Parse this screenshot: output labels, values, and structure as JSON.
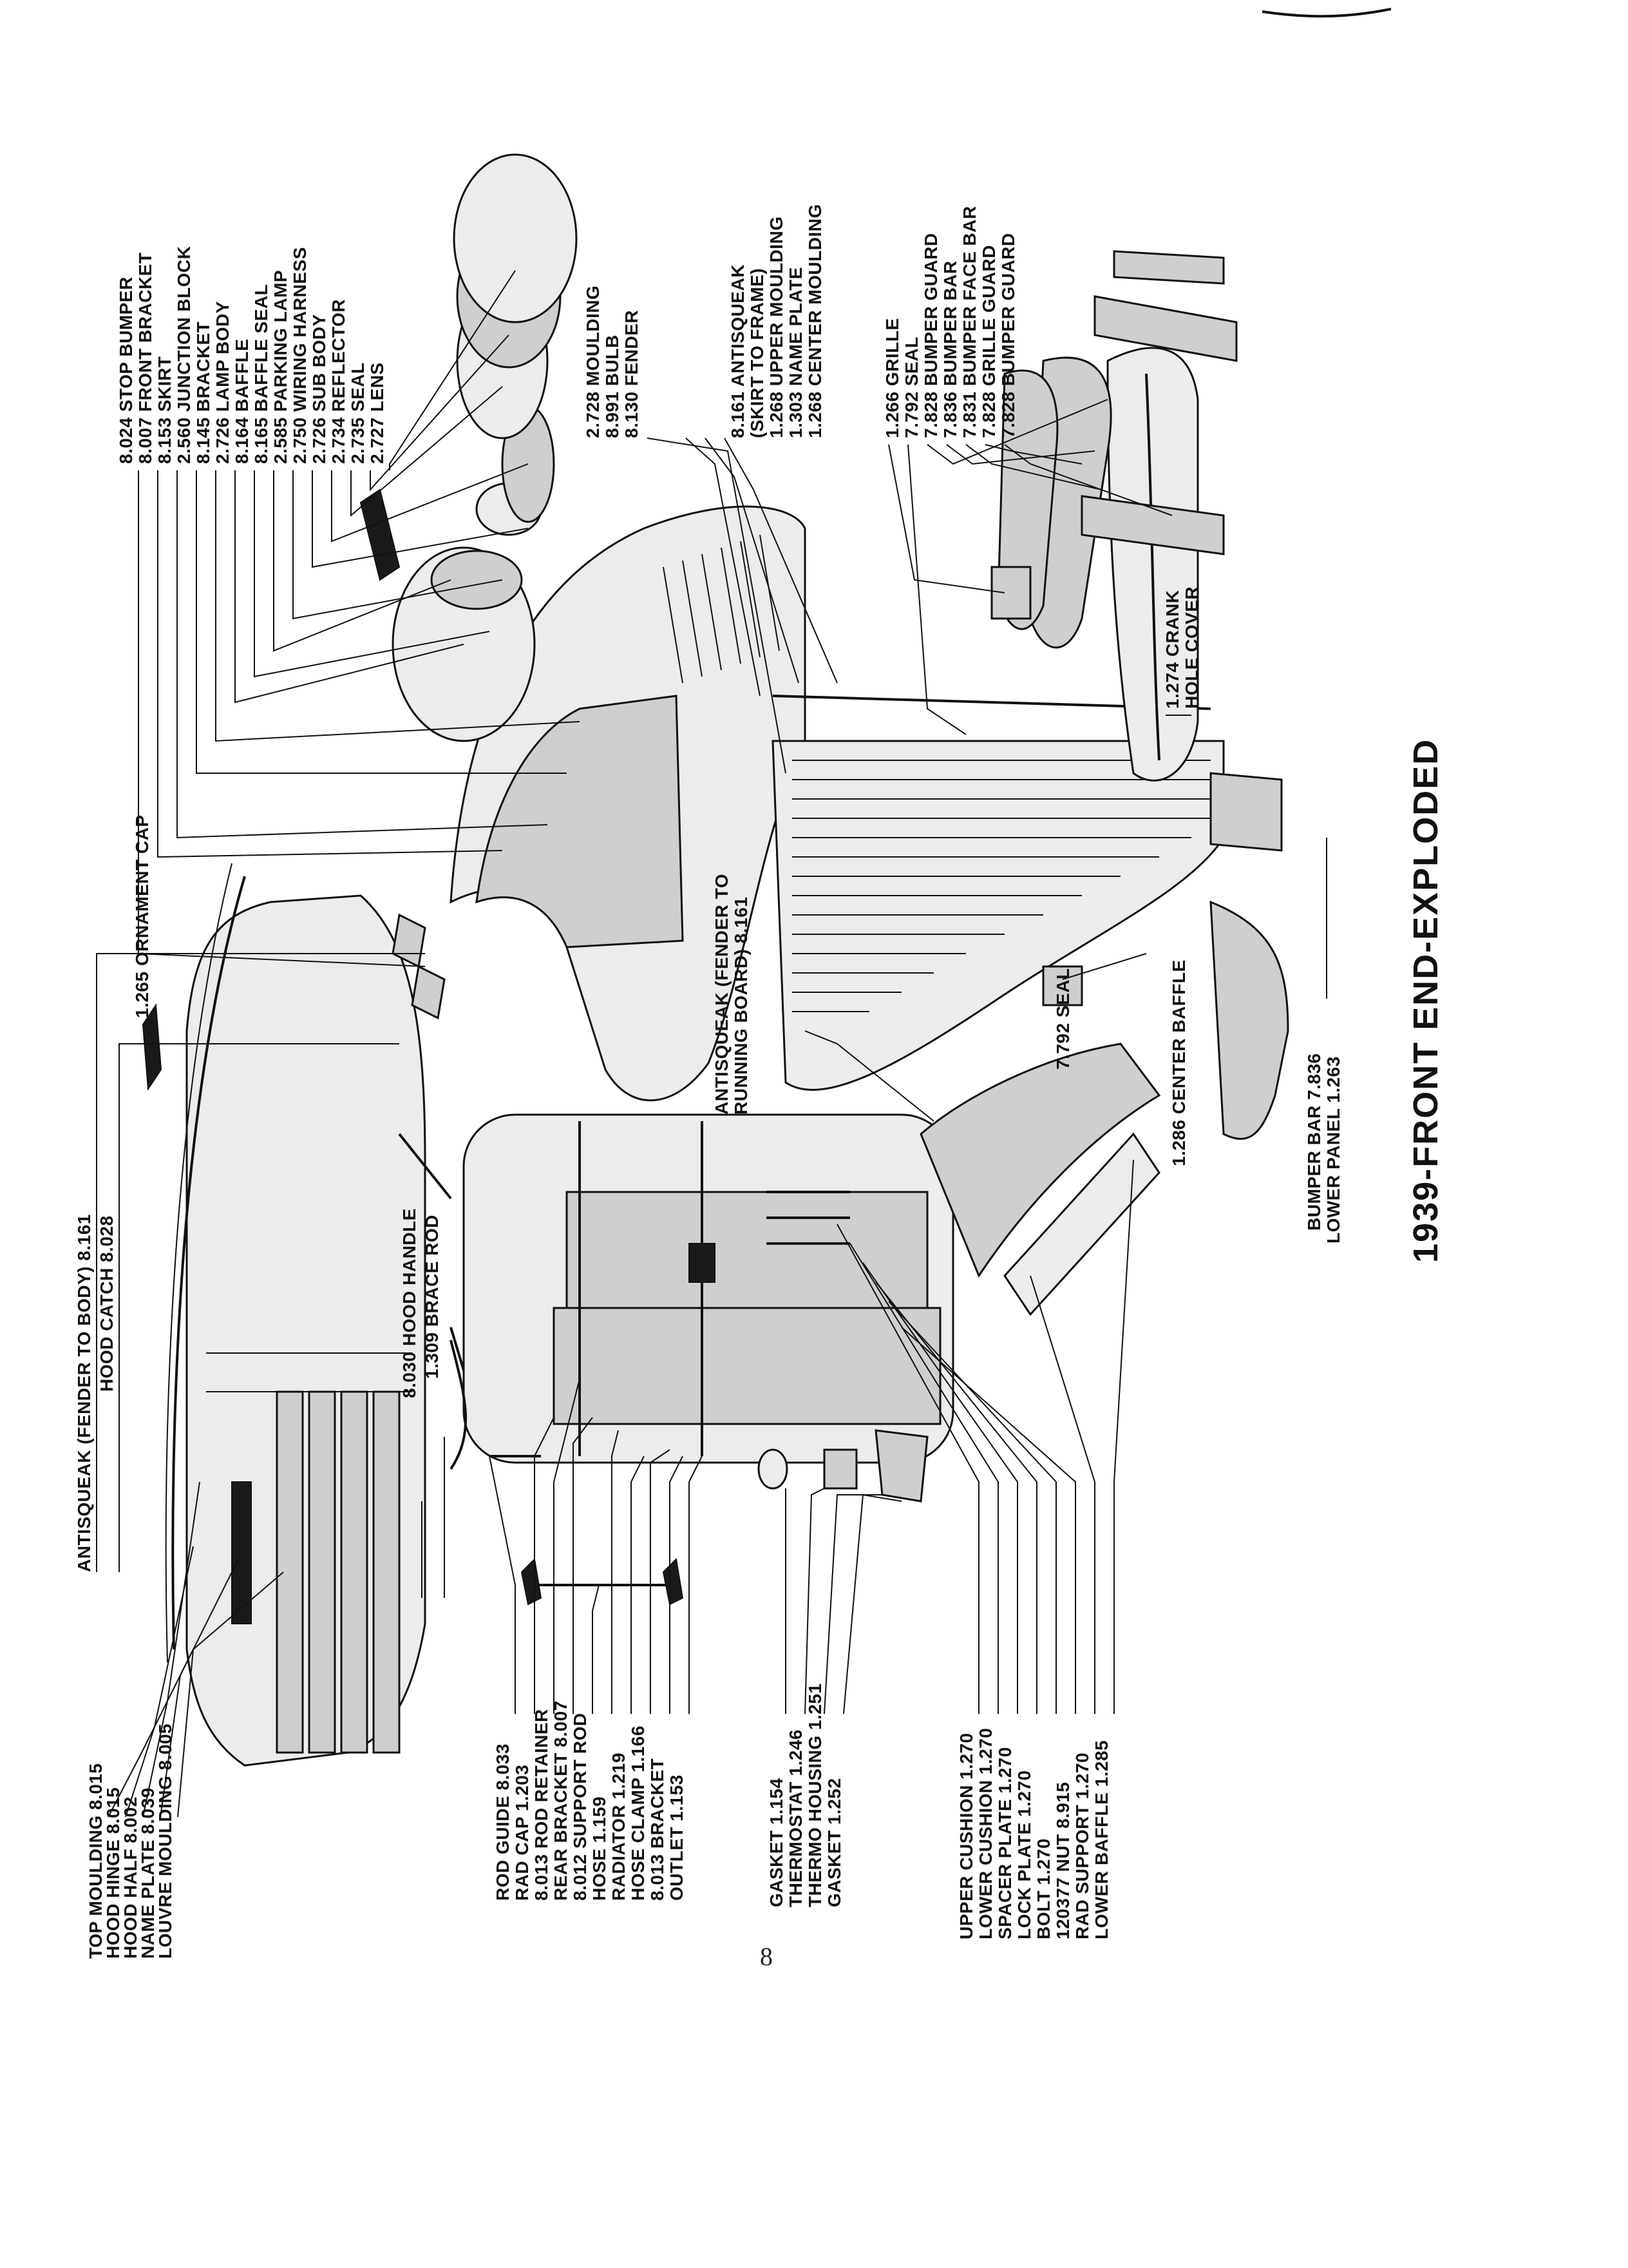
{
  "title": "1939-FRONT END-EXPLODED",
  "page_number": "8",
  "labels": {
    "top_group": [
      "8.024 STOP BUMPER",
      "8.007 FRONT BRACKET",
      "8.153 SKIRT",
      "2.560 JUNCTION BLOCK",
      "8.145 BRACKET",
      "2.726 LAMP BODY",
      "8.164 BAFFLE",
      "8.165 BAFFLE SEAL",
      "2.585 PARKING LAMP",
      "2.750 WIRING HARNESS",
      "2.726 SUB BODY",
      "2.734 REFLECTOR",
      "2.735 SEAL",
      "2.727 LENS"
    ],
    "lamp_group": [
      "2.728 MOULDING",
      "8.991 BULB",
      "8.130 FENDER"
    ],
    "antisqueak_group": [
      "8.161 ANTISQUEAK",
      "(SKIRT TO FRAME)",
      "1.268 UPPER MOULDING",
      "1.303 NAME PLATE",
      "1.268 CENTER MOULDING"
    ],
    "grille_group": [
      "1.266 GRILLE",
      "7.792 SEAL",
      "7.828 BUMPER GUARD",
      "7.836 BUMPER BAR",
      "7.831 BUMPER FACE BAR",
      "7.828 GRILLE GUARD",
      "7.828 BUMPER GUARD"
    ],
    "crank": [
      "1.274 CRANK",
      "HOLE COVER"
    ],
    "ornament_cap": "1.265 ORNAMENT CAP",
    "antisqueak_running": [
      "ANTISQUEAK (FENDER TO",
      "RUNNING BOARD) 8.161"
    ],
    "seal_lower": "7.792 SEAL",
    "center_baffle": "1.286 CENTER BAFFLE",
    "bumper_bar": "BUMPER BAR 7.836",
    "lower_panel": "LOWER PANEL 1.263",
    "antisqueak_body": "ANTISQUEAK (FENDER TO BODY) 8.161",
    "hood_catch": "HOOD CATCH 8.028",
    "hood_handle": "8.030 HOOD HANDLE",
    "brace_rod": "1.309 BRACE ROD",
    "hood_group": [
      "TOP MOULDING 8.015",
      "HOOD HINGE 8.015",
      "HOOD HALF 8.002",
      "NAME PLATE 8.039",
      "LOUVRE MOULDING 8.005"
    ],
    "radiator_group": [
      "ROD GUIDE 8.033",
      "RAD CAP 1.203",
      "8.013 ROD RETAINER",
      "REAR BRACKET 8.007",
      "8.012 SUPPORT ROD",
      "HOSE 1.159",
      "RADIATOR 1.219",
      "HOSE CLAMP 1.166",
      "8.013 BRACKET",
      "OUTLET 1.153"
    ],
    "thermo_group": [
      "GASKET 1.154",
      "THERMOSTAT 1.246",
      "THERMO HOUSING 1.251",
      "GASKET 1.252"
    ],
    "support_group": [
      "UPPER CUSHION 1.270",
      "LOWER CUSHION 1.270",
      "SPACER PLATE 1.270",
      "LOCK PLATE 1.270",
      "BOLT 1.270",
      "120377 NUT 8.915",
      "RAD SUPPORT 1.270",
      "LOWER BAFFLE 1.285"
    ]
  }
}
